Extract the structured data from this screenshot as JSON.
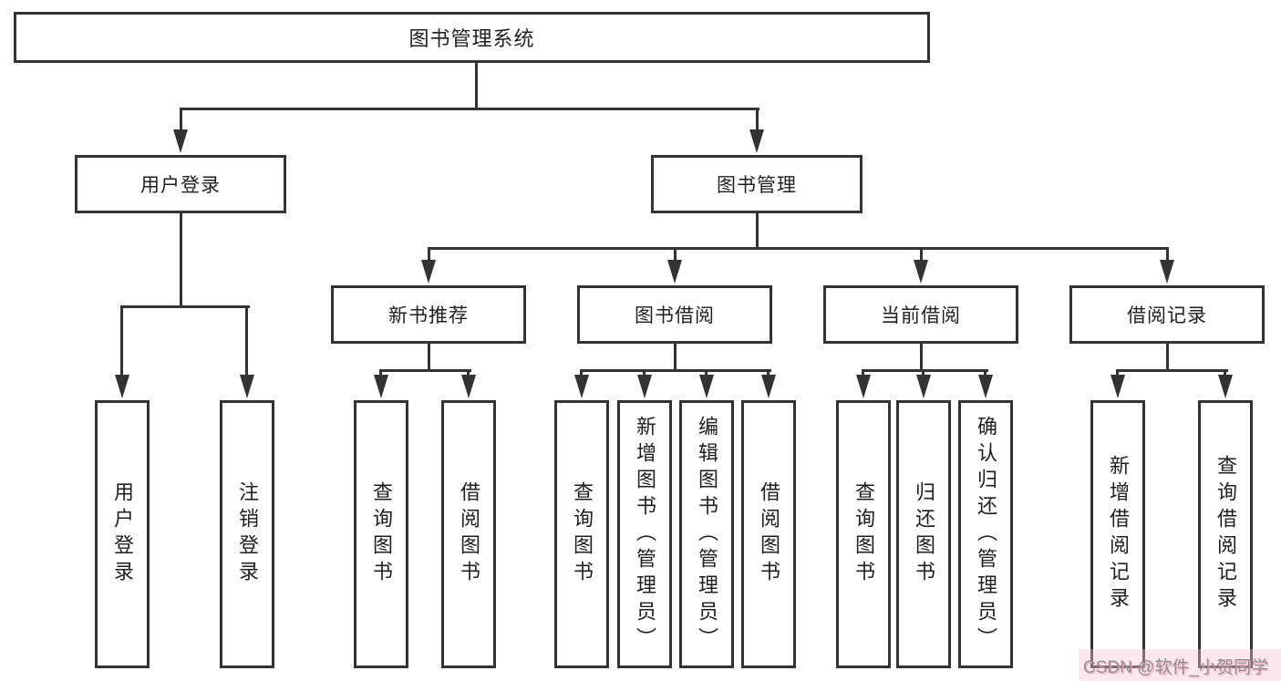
{
  "tree": {
    "root": {
      "label": "图书管理系统",
      "children": [
        {
          "label": "用户登录",
          "children": [
            {
              "label": "用户登录"
            },
            {
              "label": "注销登录"
            }
          ]
        },
        {
          "label": "图书管理",
          "children": [
            {
              "label": "新书推荐",
              "children": [
                {
                  "label": "查询图书"
                },
                {
                  "label": "借阅图书"
                }
              ]
            },
            {
              "label": "图书借阅",
              "children": [
                {
                  "label": "查询图书"
                },
                {
                  "label": "新增图书（管理员）"
                },
                {
                  "label": "编辑图书（管理员）"
                },
                {
                  "label": "借阅图书"
                }
              ]
            },
            {
              "label": "当前借阅",
              "children": [
                {
                  "label": "查询图书"
                },
                {
                  "label": "归还图书"
                },
                {
                  "label": "确认归还（管理员）"
                }
              ]
            },
            {
              "label": "借阅记录",
              "children": [
                {
                  "label": "新增借阅记录"
                },
                {
                  "label": "查询借阅记录"
                }
              ]
            }
          ]
        }
      ]
    }
  },
  "watermark": {
    "text": "CSDN @软件_小贺同学"
  },
  "colors": {
    "line": "#333333",
    "text": "#1f1f1f",
    "background": "#ffffff",
    "watermark_text": "#8f8f8f",
    "watermark_highlight": "#f4c4d0"
  }
}
